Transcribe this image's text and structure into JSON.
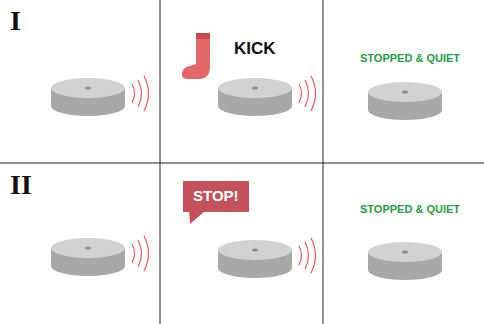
{
  "diagram": {
    "nodes": [
      {
        "text": [
          "STOP!"
        ]
      }
    ],
    "labels": [
      "I",
      "KICK",
      "STOPPED & QUIET",
      "II",
      "STOPPED & QUIET"
    ]
  }
}
